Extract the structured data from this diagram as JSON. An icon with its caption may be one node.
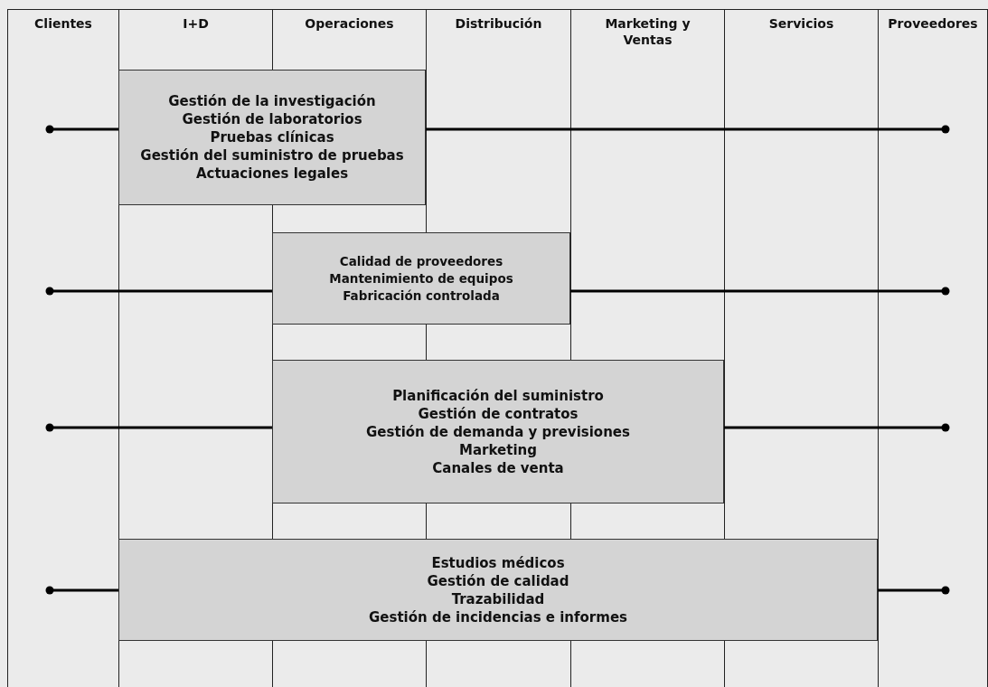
{
  "diagram": {
    "nodes": [
      {
        "text": [
          "Clientes"
        ]
      },
      {
        "text": [
          "I+D"
        ]
      },
      {
        "text": [
          "Operaciones"
        ]
      },
      {
        "text": [
          "Distribución"
        ]
      },
      {
        "text": [
          "Marketing y Ventas"
        ]
      },
      {
        "text": [
          "Servicios"
        ]
      },
      {
        "text": [
          "Proveedores"
        ]
      },
      {
        "text": [
          "Gestión de la investigación",
          "Gestión de laboratorios",
          "Pruebas clínicas",
          "Gestión del suministro de pruebas",
          "Actuaciones legales"
        ]
      },
      {
        "text": [
          "Calidad de proveedores",
          "Mantenimiento de equipos",
          "Fabricación controlada"
        ]
      },
      {
        "text": [
          "Planificación del suministro",
          "Gestión de contratos",
          "Gestión de demanda y previsiones",
          "Marketing",
          "Canales de venta"
        ]
      },
      {
        "text": [
          "Estudios médicos",
          "Gestión de calidad",
          "Trazabilidad",
          "Gestión de incidencias e informes"
        ]
      }
    ],
    "edges": [
      {
        "from": null,
        "to": 7,
        "arrow": "other"
      },
      {
        "from": 7,
        "to": null,
        "arrow": "other"
      },
      {
        "from": null,
        "to": 8,
        "arrow": "other"
      },
      {
        "from": 8,
        "to": null,
        "arrow": "other"
      },
      {
        "from": null,
        "to": 9,
        "arrow": "other"
      },
      {
        "from": 9,
        "to": null,
        "arrow": "other"
      },
      {
        "from": null,
        "to": 10,
        "arrow": "other"
      },
      {
        "from": 10,
        "to": null,
        "arrow": "other"
      }
    ]
  }
}
